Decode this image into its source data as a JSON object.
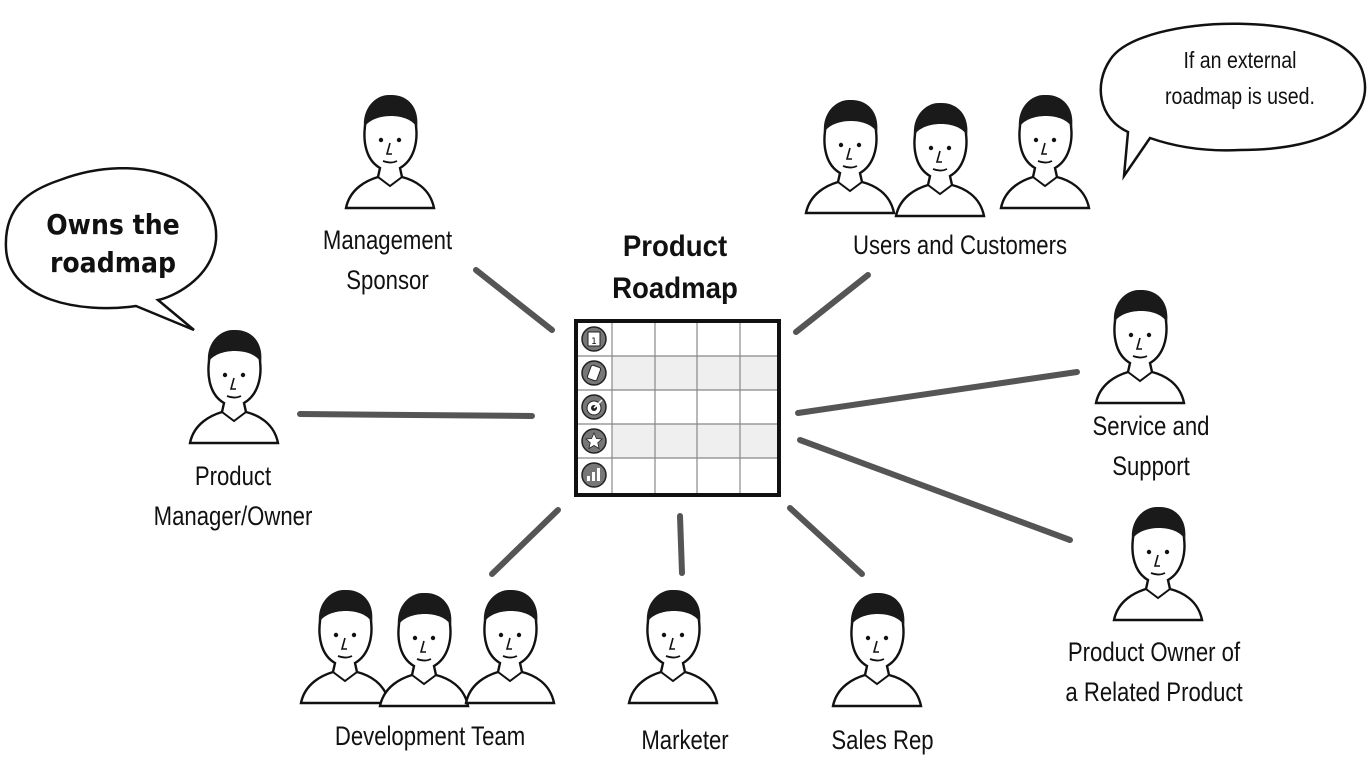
{
  "center": {
    "title_line1": "Product",
    "title_line2": "Roadmap",
    "row_icons": [
      "calendar-icon",
      "tag-icon",
      "target-icon",
      "star-icon",
      "bar-chart-icon"
    ]
  },
  "bubbles": {
    "owns_line1": "Owns the",
    "owns_line2": "roadmap",
    "external_line1": "If an external",
    "external_line2": "roadmap is used."
  },
  "stakeholders": {
    "management_line1": "Management",
    "management_line2": "Sponsor",
    "users": "Users and Customers",
    "pm_line1": "Product",
    "pm_line2": "Manager/Owner",
    "service_line1": "Service and",
    "service_line2": "Support",
    "related_line1": "Product Owner of",
    "related_line2": "a Related Product",
    "dev": "Development Team",
    "marketer": "Marketer",
    "sales": "Sales Rep"
  },
  "colors": {
    "line": "#555555",
    "ink": "#111111",
    "grid_alt": "#efefef",
    "icon_fill": "#777777"
  }
}
